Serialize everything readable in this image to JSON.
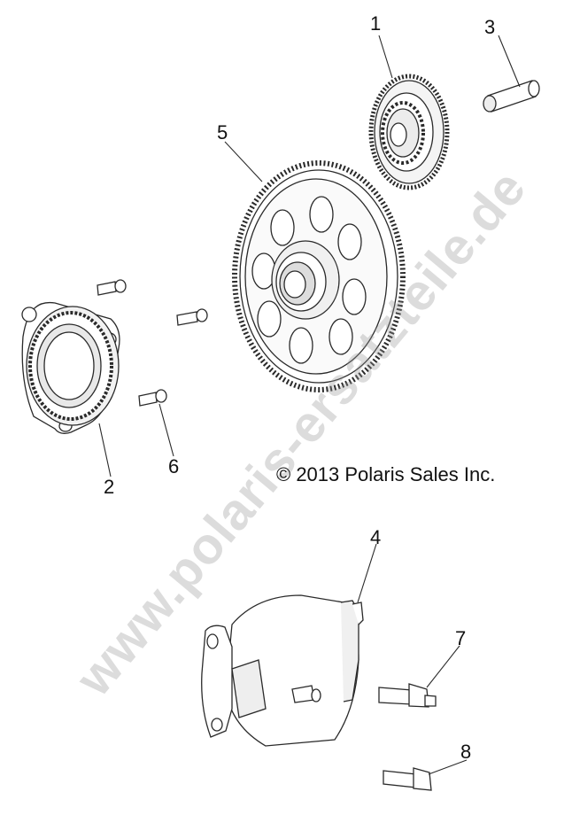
{
  "callouts": {
    "c1": "1",
    "c2": "2",
    "c3": "3",
    "c4": "4",
    "c5": "5",
    "c6": "6",
    "c7": "7",
    "c8": "8"
  },
  "copyright": "© 2013 Polaris Sales Inc.",
  "watermark": "www.polaris-ersatzteile.de",
  "colors": {
    "line": "#2a2a2a",
    "fill": "#ffffff",
    "shade": "#e6e6e6",
    "watermark": "#969696"
  }
}
